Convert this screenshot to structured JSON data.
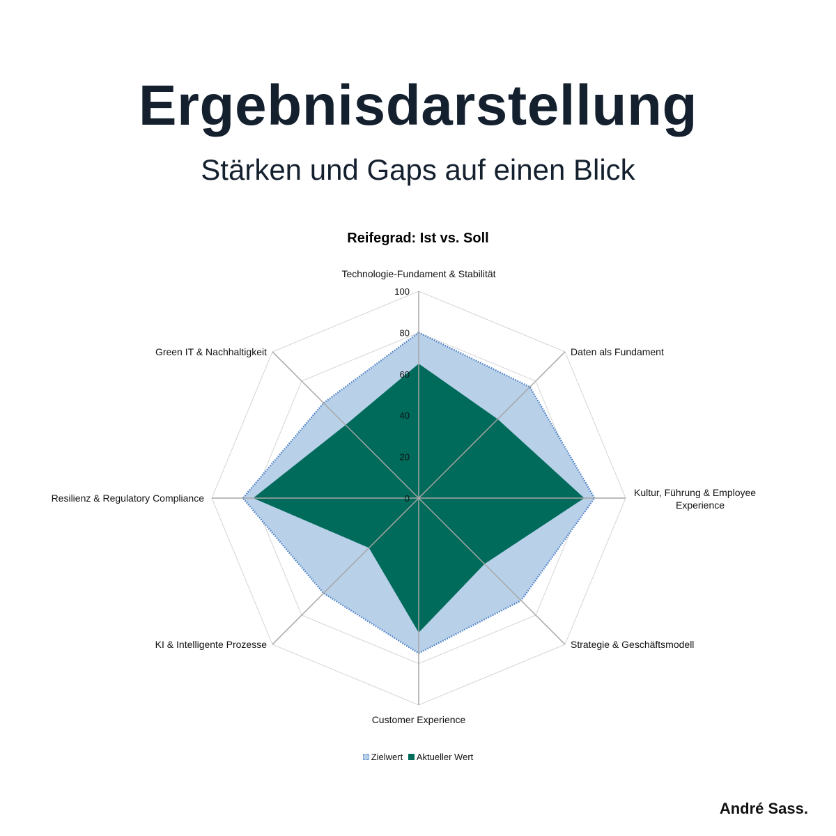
{
  "header": {
    "title": "Ergebnisdarstellung",
    "subtitle": "Stärken und Gaps auf einen Blick"
  },
  "chart_data": {
    "type": "radar",
    "title": "Reifegrad: Ist vs. Soll",
    "categories": [
      "Technologie-Fundament & Stabilität",
      "Daten als Fundament",
      "Kultur, Führung & Employee Experience",
      "Strategie & Geschäftsmodell",
      "Customer Experience",
      "KI & Intelligente Prozesse",
      "Resilienz & Regulatory Compliance",
      "Green IT & Nachhaltigkeit"
    ],
    "range": [
      0,
      100
    ],
    "ticks": [
      "0",
      "20",
      "40",
      "60",
      "80",
      "100"
    ],
    "grid": true,
    "legend_position": "bottom",
    "series": [
      {
        "name": "Zielwert",
        "values": [
          80,
          76,
          85,
          70,
          75,
          65,
          85,
          65
        ],
        "color": "#b8d0e8",
        "line_color": "#4a7fc8"
      },
      {
        "name": "Aktueller Wert",
        "values": [
          65,
          54,
          80,
          45,
          65,
          34,
          80,
          50
        ],
        "color": "#006b5b"
      }
    ]
  },
  "footer": {
    "author": "André Sass."
  }
}
